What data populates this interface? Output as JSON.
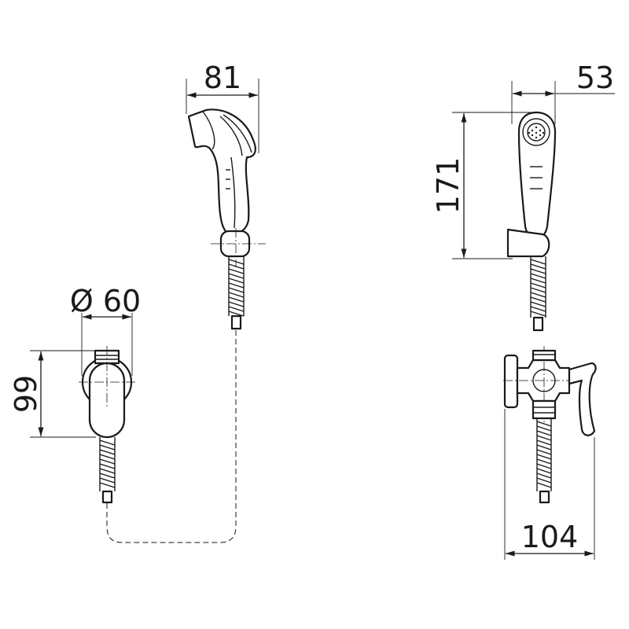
{
  "dimensions": {
    "handshower_width": "81",
    "handshower_depth": "53",
    "handshower_height": "171",
    "flange_diameter": "Ø 60",
    "valve_height": "99",
    "valve_depth": "104"
  },
  "colors": {
    "line": "#1a1a1a",
    "background": "#ffffff"
  }
}
